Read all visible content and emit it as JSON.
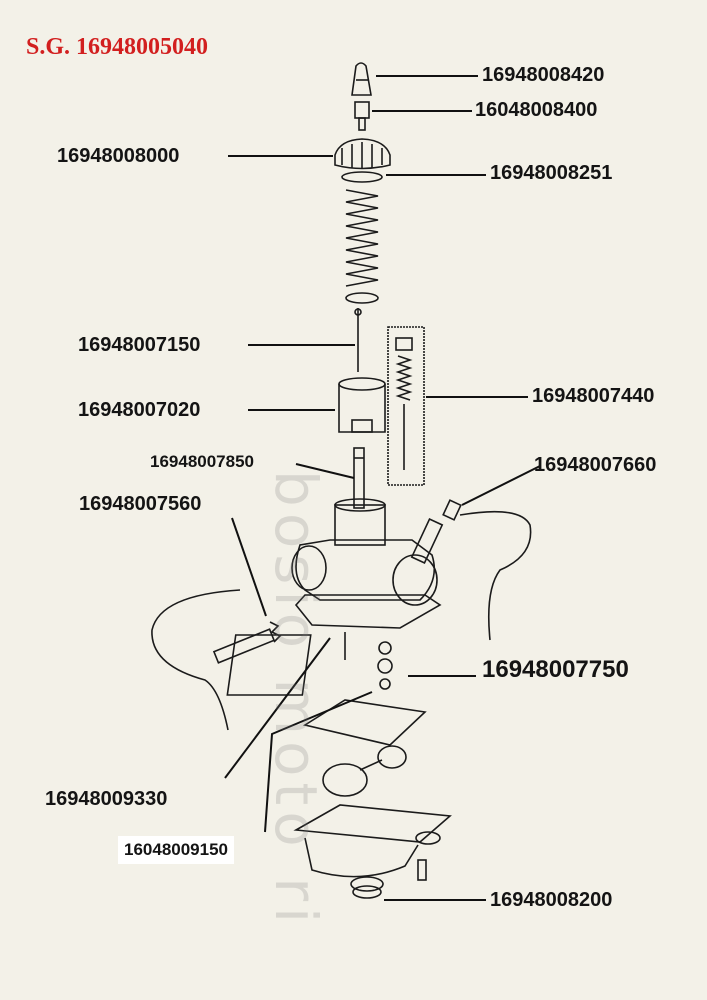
{
  "title": "S.G. 16948005040",
  "watermark": "bosio moto ri",
  "parts": [
    {
      "id": "p1",
      "number": "16948008420"
    },
    {
      "id": "p2",
      "number": "16048008400"
    },
    {
      "id": "p3",
      "number": "16948008000"
    },
    {
      "id": "p4",
      "number": "16948008251"
    },
    {
      "id": "p5",
      "number": "16948007150"
    },
    {
      "id": "p6",
      "number": "16948007020"
    },
    {
      "id": "p7",
      "number": "16948007440"
    },
    {
      "id": "p8",
      "number": "16948007850"
    },
    {
      "id": "p9",
      "number": "16948007660"
    },
    {
      "id": "p10",
      "number": "16948007560"
    },
    {
      "id": "p11",
      "number": "16948007750"
    },
    {
      "id": "p12",
      "number": "16948009330"
    },
    {
      "id": "p13",
      "number": "16048009150"
    },
    {
      "id": "p14",
      "number": "16948008200"
    }
  ],
  "colors": {
    "title": "#d21f1f",
    "ink": "#141414",
    "background": "#f3f1e8"
  }
}
